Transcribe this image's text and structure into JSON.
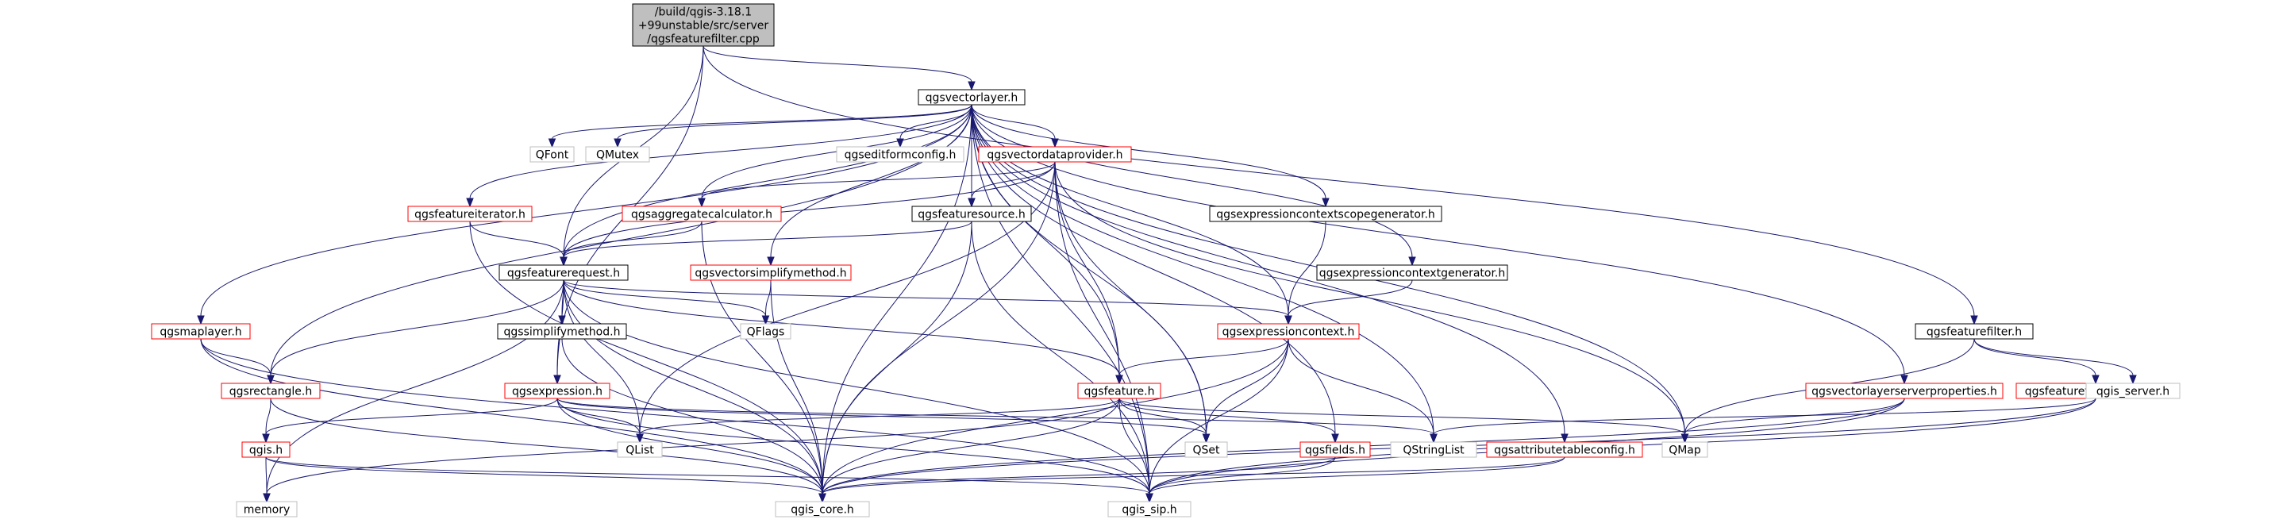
{
  "colors": {
    "edge": "#191970",
    "root_fill": "#bfbfbf",
    "documented_border": "#000000",
    "incomplete_border": "#ff0000",
    "external_border": "#bfbfbf",
    "label": "#000000"
  },
  "nodes": [
    {
      "id": "root",
      "label": [
        "/build/qgis-3.18.1",
        "+99unstable/src/server",
        "/qgsfeaturefilter.cpp"
      ],
      "style": "root"
    },
    {
      "id": "qgsvectorlayer",
      "label": [
        "qgsvectorlayer.h"
      ],
      "style": "documented"
    },
    {
      "id": "qfont",
      "label": [
        "QFont"
      ],
      "style": "external"
    },
    {
      "id": "qmutex",
      "label": [
        "QMutex"
      ],
      "style": "external"
    },
    {
      "id": "qgseditformconfig",
      "label": [
        "qgseditformconfig.h"
      ],
      "style": "external"
    },
    {
      "id": "qgsvectordataprovider",
      "label": [
        "qgsvectordataprovider.h"
      ],
      "style": "incomplete"
    },
    {
      "id": "qgsfeatureiterator",
      "label": [
        "qgsfeatureiterator.h"
      ],
      "style": "incomplete"
    },
    {
      "id": "qgsaggregatecalculator",
      "label": [
        "qgsaggregatecalculator.h"
      ],
      "style": "incomplete"
    },
    {
      "id": "qgsfeaturesource",
      "label": [
        "qgsfeaturesource.h"
      ],
      "style": "documented"
    },
    {
      "id": "qgsexpressioncontextscopegenerator",
      "label": [
        "qgsexpressioncontextscopegenerator.h"
      ],
      "style": "documented"
    },
    {
      "id": "qgsfeaturerequest",
      "label": [
        "qgsfeaturerequest.h"
      ],
      "style": "documented"
    },
    {
      "id": "qgsvectorsimplifymethod",
      "label": [
        "qgsvectorsimplifymethod.h"
      ],
      "style": "incomplete"
    },
    {
      "id": "qgsexpressioncontextgenerator",
      "label": [
        "qgsexpressioncontextgenerator.h"
      ],
      "style": "documented"
    },
    {
      "id": "qgsmaplayer",
      "label": [
        "qgsmaplayer.h"
      ],
      "style": "incomplete"
    },
    {
      "id": "qgssimplifymethod",
      "label": [
        "qgssimplifymethod.h"
      ],
      "style": "documented"
    },
    {
      "id": "qflags",
      "label": [
        "QFlags"
      ],
      "style": "external"
    },
    {
      "id": "qgsexpressioncontext",
      "label": [
        "qgsexpressioncontext.h"
      ],
      "style": "incomplete"
    },
    {
      "id": "qgsfeaturefilter",
      "label": [
        "qgsfeaturefilter.h"
      ],
      "style": "documented"
    },
    {
      "id": "qgsrectangle",
      "label": [
        "qgsrectangle.h"
      ],
      "style": "incomplete"
    },
    {
      "id": "qgsexpression",
      "label": [
        "qgsexpression.h"
      ],
      "style": "incomplete"
    },
    {
      "id": "qgsfeature",
      "label": [
        "qgsfeature.h"
      ],
      "style": "incomplete"
    },
    {
      "id": "qgsvectorlayerserverproperties",
      "label": [
        "qgsvectorlayerserverproperties.h"
      ],
      "style": "incomplete"
    },
    {
      "id": "qgsfeaturefilterprovider",
      "label": [
        "qgsfeaturefilterprovider.h"
      ],
      "style": "incomplete"
    },
    {
      "id": "qgis_server",
      "label": [
        "qgis_server.h"
      ],
      "style": "external"
    },
    {
      "id": "qgis",
      "label": [
        "qgis.h"
      ],
      "style": "incomplete"
    },
    {
      "id": "qlist",
      "label": [
        "QList"
      ],
      "style": "external"
    },
    {
      "id": "qset",
      "label": [
        "QSet"
      ],
      "style": "external"
    },
    {
      "id": "qgsfields",
      "label": [
        "qgsfields.h"
      ],
      "style": "incomplete"
    },
    {
      "id": "qstringlist",
      "label": [
        "QStringList"
      ],
      "style": "external"
    },
    {
      "id": "qgsattributetableconfig",
      "label": [
        "qgsattributetableconfig.h"
      ],
      "style": "incomplete"
    },
    {
      "id": "qmap",
      "label": [
        "QMap"
      ],
      "style": "external"
    },
    {
      "id": "memory",
      "label": [
        "memory"
      ],
      "style": "external"
    },
    {
      "id": "qgis_core",
      "label": [
        "qgis_core.h"
      ],
      "style": "external"
    },
    {
      "id": "qgis_sip",
      "label": [
        "qgis_sip.h"
      ],
      "style": "external"
    }
  ],
  "edges": [
    [
      "root",
      "qgsvectorlayer"
    ],
    [
      "root",
      "qgsfeaturefilter"
    ],
    [
      "root",
      "qgsfeaturerequest"
    ],
    [
      "root",
      "qgsexpression"
    ],
    [
      "qgsvectorlayer",
      "qfont"
    ],
    [
      "qgsvectorlayer",
      "qmutex"
    ],
    [
      "qgsvectorlayer",
      "qgseditformconfig"
    ],
    [
      "qgsvectorlayer",
      "qgsvectordataprovider"
    ],
    [
      "qgsvectorlayer",
      "qgsfeatureiterator"
    ],
    [
      "qgsvectorlayer",
      "qgsaggregatecalculator"
    ],
    [
      "qgsvectorlayer",
      "qgsfeaturesource"
    ],
    [
      "qgsvectorlayer",
      "qgsexpressioncontextscopegenerator"
    ],
    [
      "qgsvectorlayer",
      "qgsfeaturerequest"
    ],
    [
      "qgsvectorlayer",
      "qgsvectorsimplifymethod"
    ],
    [
      "qgsvectorlayer",
      "qgsexpressioncontextgenerator"
    ],
    [
      "qgsvectorlayer",
      "qgsmaplayer"
    ],
    [
      "qgsvectorlayer",
      "qgsexpressioncontext"
    ],
    [
      "qgsvectorlayer",
      "qgsvectorlayerserverproperties"
    ],
    [
      "qgsvectorlayer",
      "qgsfeature"
    ],
    [
      "qgsvectorlayer",
      "qgsfields"
    ],
    [
      "qgsvectorlayer",
      "qgsattributetableconfig"
    ],
    [
      "qgsvectorlayer",
      "qstringlist"
    ],
    [
      "qgsvectorlayer",
      "qset"
    ],
    [
      "qgsvectorlayer",
      "qmap"
    ],
    [
      "qgsvectorlayer",
      "qgsrectangle"
    ],
    [
      "qgsvectorlayer",
      "qgis_core"
    ],
    [
      "qgsvectorlayer",
      "qgis_sip"
    ],
    [
      "qgsvectordataprovider",
      "qgsaggregatecalculator"
    ],
    [
      "qgsvectordataprovider",
      "qgsfeaturesource"
    ],
    [
      "qgsvectordataprovider",
      "qgsfeaturerequest"
    ],
    [
      "qgsvectordataprovider",
      "qgsfeature"
    ],
    [
      "qgsvectordataprovider",
      "qset"
    ],
    [
      "qgsvectordataprovider",
      "qmap"
    ],
    [
      "qgsvectordataprovider",
      "qlist"
    ],
    [
      "qgsvectordataprovider",
      "qgis_core"
    ],
    [
      "qgsvectordataprovider",
      "qgis_sip"
    ],
    [
      "qgsfeatureiterator",
      "qgsfeaturerequest"
    ],
    [
      "qgsfeatureiterator",
      "qgis_core"
    ],
    [
      "qgsaggregatecalculator",
      "qgsfeaturerequest"
    ],
    [
      "qgsaggregatecalculator",
      "qgis_core"
    ],
    [
      "qgsfeaturesource",
      "qgsfeaturerequest"
    ],
    [
      "qgsfeaturesource",
      "qgis_core"
    ],
    [
      "qgsfeaturesource",
      "qgis_sip"
    ],
    [
      "qgsexpressioncontextscopegenerator",
      "qgsexpressioncontext"
    ],
    [
      "qgsexpressioncontextgenerator",
      "qgsexpressioncontext"
    ],
    [
      "qgsvectorsimplifymethod",
      "qflags"
    ],
    [
      "qgsvectorsimplifymethod",
      "qgis_core"
    ],
    [
      "qgsfeaturerequest",
      "qgssimplifymethod"
    ],
    [
      "qgsfeaturerequest",
      "qflags"
    ],
    [
      "qgsfeaturerequest",
      "qgsexpressioncontext"
    ],
    [
      "qgsfeaturerequest",
      "qgsexpression"
    ],
    [
      "qgsfeaturerequest",
      "qgsfeature"
    ],
    [
      "qgsfeaturerequest",
      "qgsrectangle"
    ],
    [
      "qgsfeaturerequest",
      "qlist"
    ],
    [
      "qgsfeaturerequest",
      "memory"
    ],
    [
      "qgsfeaturerequest",
      "qgis_core"
    ],
    [
      "qgsfeaturerequest",
      "qgis_sip"
    ],
    [
      "qgssimplifymethod",
      "qgis_core"
    ],
    [
      "qgsmaplayer",
      "qgsrectangle"
    ],
    [
      "qgsmaplayer",
      "qgis_core"
    ],
    [
      "qgsmaplayer",
      "qgis_sip"
    ],
    [
      "qgsexpressioncontext",
      "qgsfeature"
    ],
    [
      "qgsexpressioncontext",
      "qset"
    ],
    [
      "qgsexpressioncontext",
      "qstringlist"
    ],
    [
      "qgsexpressioncontext",
      "qgis_core"
    ],
    [
      "qgsexpressioncontext",
      "qgis_sip"
    ],
    [
      "qgsexpression",
      "qgis"
    ],
    [
      "qgsexpression",
      "qlist"
    ],
    [
      "qgsexpression",
      "qset"
    ],
    [
      "qgsexpression",
      "qstringlist"
    ],
    [
      "qgsexpression",
      "qgis_core"
    ],
    [
      "qgsexpression",
      "qgis_sip"
    ],
    [
      "qgsfeature",
      "qgsfields"
    ],
    [
      "qgsfeature",
      "qlist"
    ],
    [
      "qgsfeature",
      "qset"
    ],
    [
      "qgsfeature",
      "qmap"
    ],
    [
      "qgsfeature",
      "memory"
    ],
    [
      "qgsfeature",
      "qgis_core"
    ],
    [
      "qgsfeature",
      "qgis_sip"
    ],
    [
      "qgsrectangle",
      "qgis"
    ],
    [
      "qgsrectangle",
      "qgis_core"
    ],
    [
      "qgis",
      "memory"
    ],
    [
      "qgis",
      "qgis_core"
    ],
    [
      "qgis",
      "qgis_sip"
    ],
    [
      "qgsfields",
      "qgis_core"
    ],
    [
      "qgsfields",
      "qgis_sip"
    ],
    [
      "qgsattributetableconfig",
      "qgis_core"
    ],
    [
      "qgsattributetableconfig",
      "qgis_sip"
    ],
    [
      "qgsfeaturefilter",
      "qgsfeaturefilterprovider"
    ],
    [
      "qgsfeaturefilter",
      "qgis_server"
    ],
    [
      "qgsfeaturefilter",
      "qmap"
    ],
    [
      "qgsfeaturefilterprovider",
      "qstringlist"
    ],
    [
      "qgsfeaturefilterprovider",
      "qgis_core"
    ],
    [
      "qgsfeaturefilterprovider",
      "qgis_sip"
    ],
    [
      "qgsvectorlayerserverproperties",
      "qmap"
    ],
    [
      "qgsvectorlayerserverproperties",
      "qgis_core"
    ],
    [
      "qgsvectorlayerserverproperties",
      "qgis_sip"
    ]
  ]
}
